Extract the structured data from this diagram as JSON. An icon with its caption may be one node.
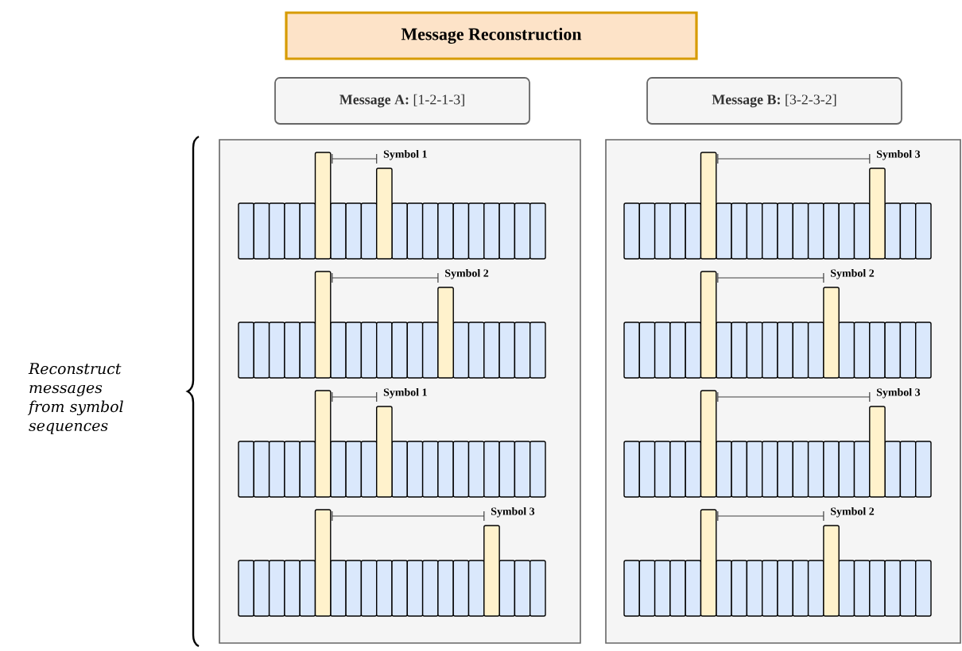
{
  "diagram": {
    "nodes": [
      {
        "text": [
          "Message Reconstruction"
        ]
      },
      {
        "text": [
          "**Message A:** [1-2-1-3]"
        ]
      },
      {
        "text": [
          "**Message B:** [3-2-3-2]"
        ]
      },
      {
        "text": [],
        "shape": "box"
      },
      {
        "text": [],
        "shape": "box"
      }
    ],
    "labels": [
      "Symbol 1",
      "Symbol 3",
      "Symbol 2",
      "Symbol 2",
      "Symbol 1",
      "Symbol 3",
      "Symbol 3",
      "Symbol 2",
      "Reconstruct messages from symbol sequences"
    ]
  }
}
